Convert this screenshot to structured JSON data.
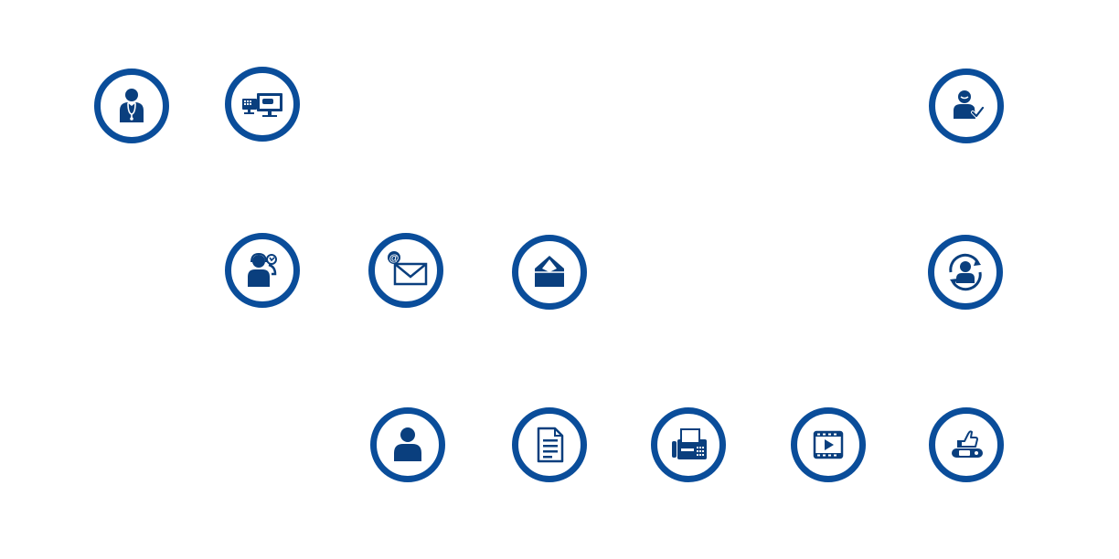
{
  "colors": {
    "ring": "#0a4d9a",
    "glyph": "#0a3f7e",
    "background": "#ffffff"
  },
  "icons": [
    {
      "id": "doctor",
      "icon": "doctor-icon"
    },
    {
      "id": "computers",
      "icon": "computers-icon"
    },
    {
      "id": "approve",
      "icon": "person-check-icon"
    },
    {
      "id": "phone",
      "icon": "phone-support-icon"
    },
    {
      "id": "email",
      "icon": "email-icon"
    },
    {
      "id": "mailbox",
      "icon": "mailbox-icon"
    },
    {
      "id": "sync",
      "icon": "person-sync-icon"
    },
    {
      "id": "person",
      "icon": "person-icon"
    },
    {
      "id": "document",
      "icon": "document-icon"
    },
    {
      "id": "fax",
      "icon": "fax-icon"
    },
    {
      "id": "video",
      "icon": "video-icon"
    },
    {
      "id": "like",
      "icon": "thumbs-up-icon"
    }
  ]
}
